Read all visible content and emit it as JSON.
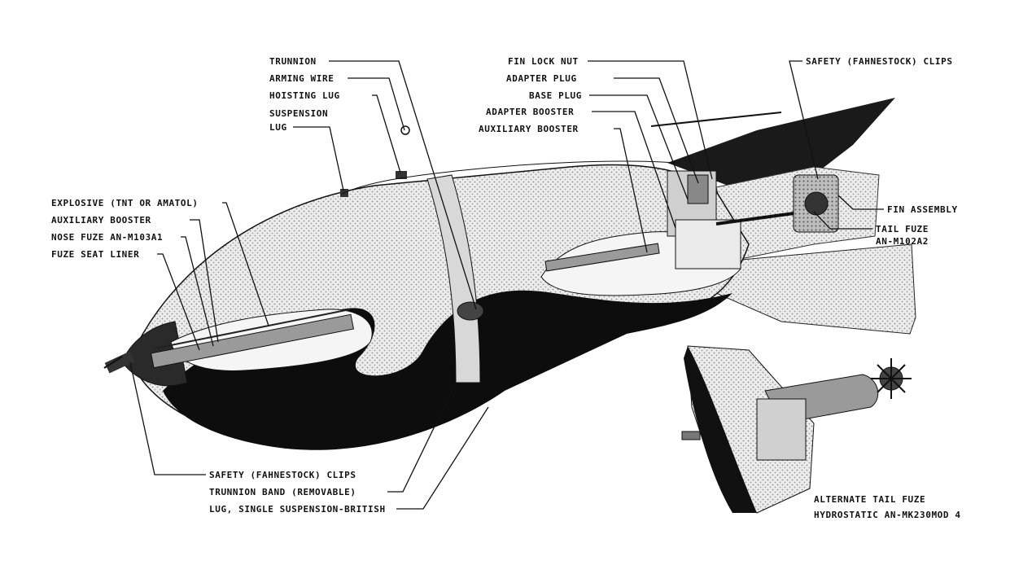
{
  "labels": {
    "trunnion": "TRUNNION",
    "arming_wire": "ARMING WIRE",
    "hoisting_lug": "HOISTING LUG",
    "suspension_lug_1": "SUSPENSION",
    "suspension_lug_2": "LUG",
    "explosive": "EXPLOSIVE (TNT OR AMATOL)",
    "aux_booster_left": "AUXILIARY BOOSTER",
    "nose_fuze": "NOSE FUZE AN-M103A1",
    "fuze_seat_liner": "FUZE SEAT LINER",
    "fin_lock_nut": "FIN LOCK NUT",
    "adapter_plug": "ADAPTER PLUG",
    "base_plug": "BASE PLUG",
    "adapter_booster": "ADAPTER BOOSTER",
    "aux_booster_right": "AUXILIARY BOOSTER",
    "safety_clips_top": "SAFETY (FAHNESTOCK) CLIPS",
    "fin_assembly": "FIN ASSEMBLY",
    "tail_fuze_1": "TAIL FUZE",
    "tail_fuze_2": "AN-M102A2",
    "safety_clips_bottom": "SAFETY (FAHNESTOCK) CLIPS",
    "trunnion_band": "TRUNNION BAND (REMOVABLE)",
    "lug_single": "LUG, SINGLE SUSPENSION-BRITISH",
    "alt_tail_fuze_1": "ALTERNATE TAIL FUZE",
    "alt_tail_fuze_2": "HYDROSTATIC AN-MK230MOD 4"
  }
}
